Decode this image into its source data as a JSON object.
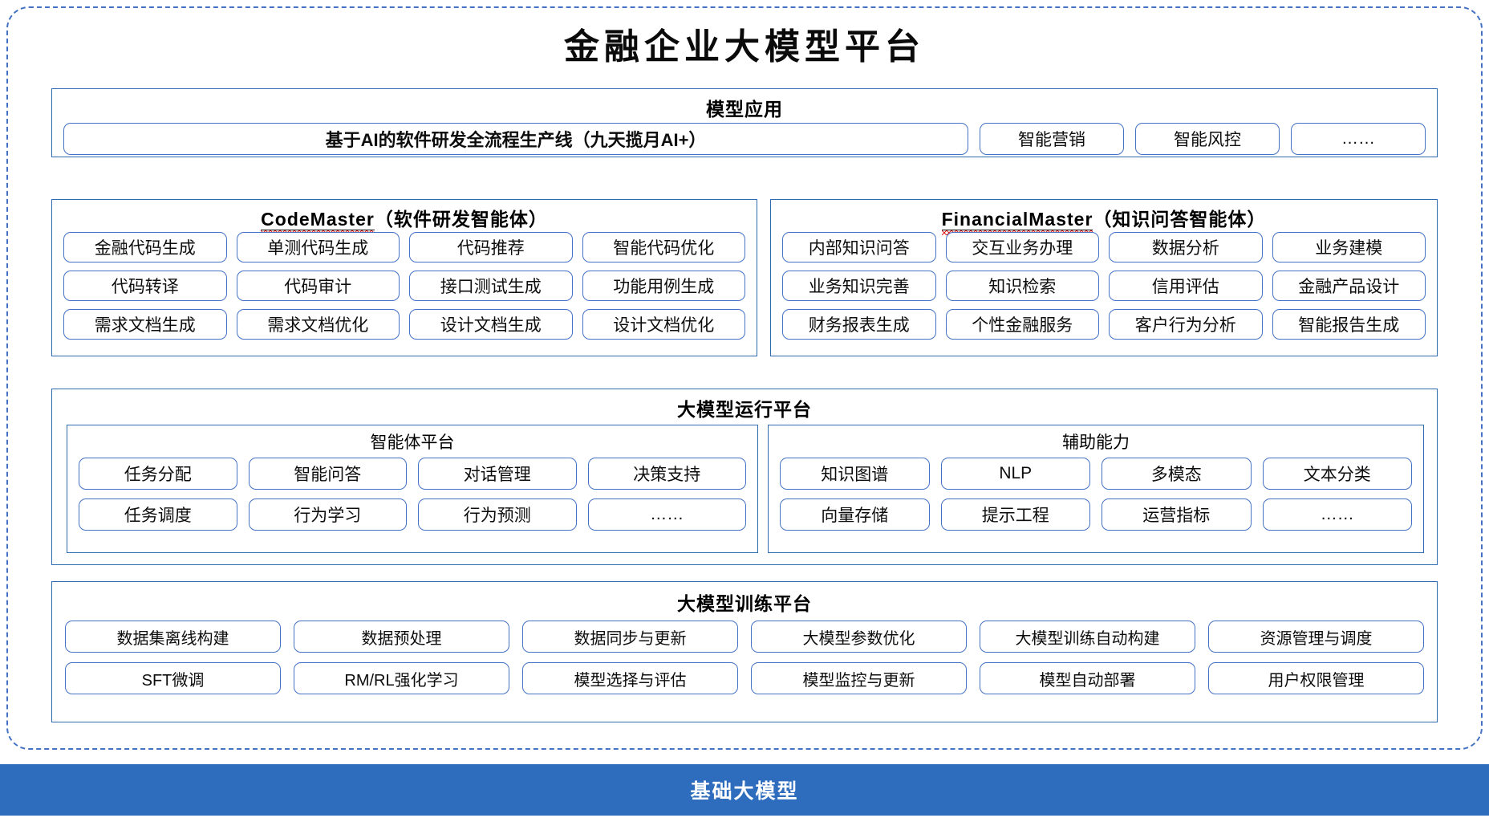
{
  "title": "金融企业大模型平台",
  "sections": {
    "apps": {
      "title": "模型应用",
      "items": [
        "基于AI的软件研发全流程生产线（九天揽月AI+）",
        "智能营销",
        "智能风控",
        "……"
      ]
    },
    "code_master": {
      "title_en": "CodeMaster",
      "title_cn": "（软件研发智能体）",
      "items": [
        "金融代码生成",
        "单测代码生成",
        "代码推荐",
        "智能代码优化",
        "代码转译",
        "代码审计",
        "接口测试生成",
        "功能用例生成",
        "需求文档生成",
        "需求文档优化",
        "设计文档生成",
        "设计文档优化"
      ]
    },
    "financial_master": {
      "title_en": "FinancialMaster",
      "title_cn": "（知识问答智能体）",
      "items": [
        "内部知识问答",
        "交互业务办理",
        "数据分析",
        "业务建模",
        "业务知识完善",
        "知识检索",
        "信用评估",
        "金融产品设计",
        "财务报表生成",
        "个性金融服务",
        "客户行为分析",
        "智能报告生成"
      ]
    },
    "runtime": {
      "title": "大模型运行平台",
      "agent_platform": {
        "title": "智能体平台",
        "items": [
          "任务分配",
          "智能问答",
          "对话管理",
          "决策支持",
          "任务调度",
          "行为学习",
          "行为预测",
          "……"
        ]
      },
      "auxiliary": {
        "title": "辅助能力",
        "items": [
          "知识图谱",
          "NLP",
          "多模态",
          "文本分类",
          "向量存储",
          "提示工程",
          "运营指标",
          "……"
        ]
      }
    },
    "training": {
      "title": "大模型训练平台",
      "items": [
        "数据集离线构建",
        "数据预处理",
        "数据同步与更新",
        "大模型参数优化",
        "大模型训练自动构建",
        "资源管理与调度",
        "SFT微调",
        "RM/RL强化学习",
        "模型选择与评估",
        "模型监控与更新",
        "模型自动部署",
        "用户权限管理"
      ]
    },
    "base": {
      "title": "基础大模型"
    }
  },
  "colors": {
    "accent_blue": "#2E6CBE",
    "border_blue": "#4472C4",
    "panel_border": "#2E6CB0",
    "spellcheck_red": "#E02020",
    "base_bar_text": "#FFFFFF"
  }
}
